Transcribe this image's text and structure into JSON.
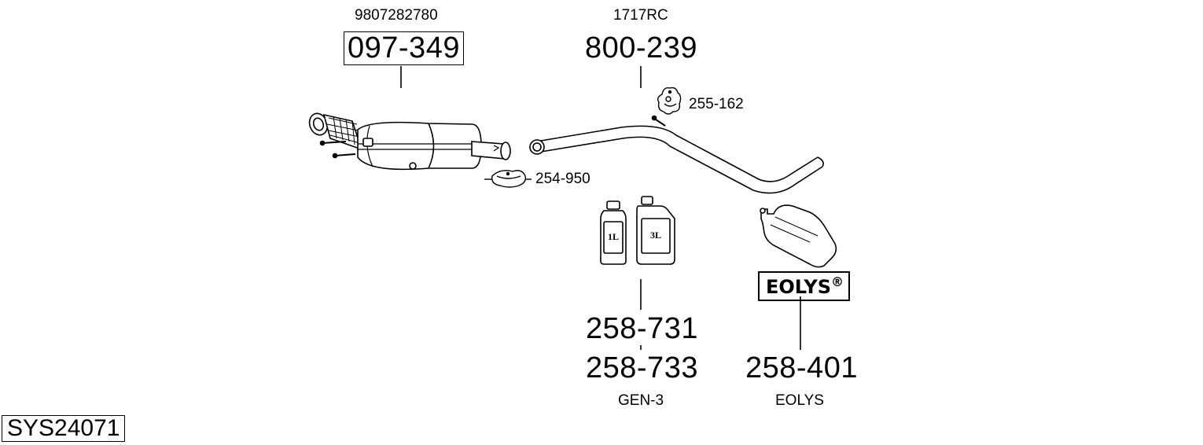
{
  "parts": {
    "dpf": {
      "oem": "9807282780",
      "number": "097-349"
    },
    "pipe": {
      "oem": "1717RC",
      "number": "800-239"
    },
    "hanger": {
      "number": "255-162"
    },
    "clamp": {
      "number": "254-950"
    },
    "additive_1l": {
      "label": "1L"
    },
    "additive_3l": {
      "label": "3L"
    },
    "additive_numbers": [
      "258-731",
      "258-733"
    ],
    "additive_note": "GEN-3",
    "eolys": {
      "brand": "EOLYS",
      "mark": "®",
      "number": "258-401",
      "note": "EOLYS"
    }
  },
  "system": {
    "code": "SYS24071"
  }
}
